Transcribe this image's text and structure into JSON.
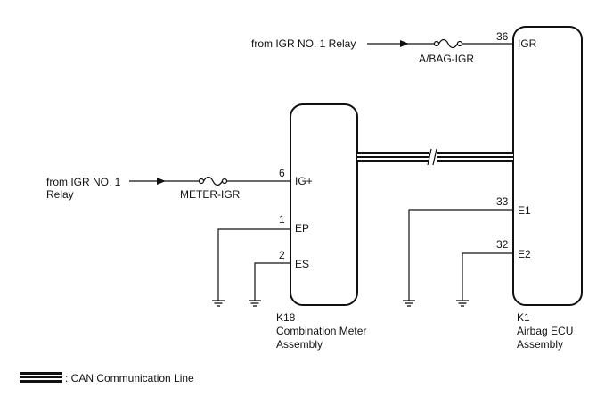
{
  "sources": {
    "top": "from IGR NO. 1 Relay",
    "left_line1": "from IGR NO. 1",
    "left_line2": "Relay"
  },
  "fuses": {
    "top": "A/BAG-IGR",
    "left": "METER-IGR"
  },
  "meter": {
    "connector": "K18",
    "name_line1": "Combination Meter",
    "name_line2": "Assembly",
    "pins": [
      {
        "num": "6",
        "name": "IG+"
      },
      {
        "num": "1",
        "name": "EP"
      },
      {
        "num": "2",
        "name": "ES"
      }
    ]
  },
  "ecu": {
    "connector": "K1",
    "name_line1": "Airbag ECU",
    "name_line2": "Assembly",
    "pins": [
      {
        "num": "36",
        "name": "IGR"
      },
      {
        "num": "33",
        "name": "E1"
      },
      {
        "num": "32",
        "name": "E2"
      }
    ]
  },
  "legend": {
    "label": ": CAN Communication Line"
  }
}
